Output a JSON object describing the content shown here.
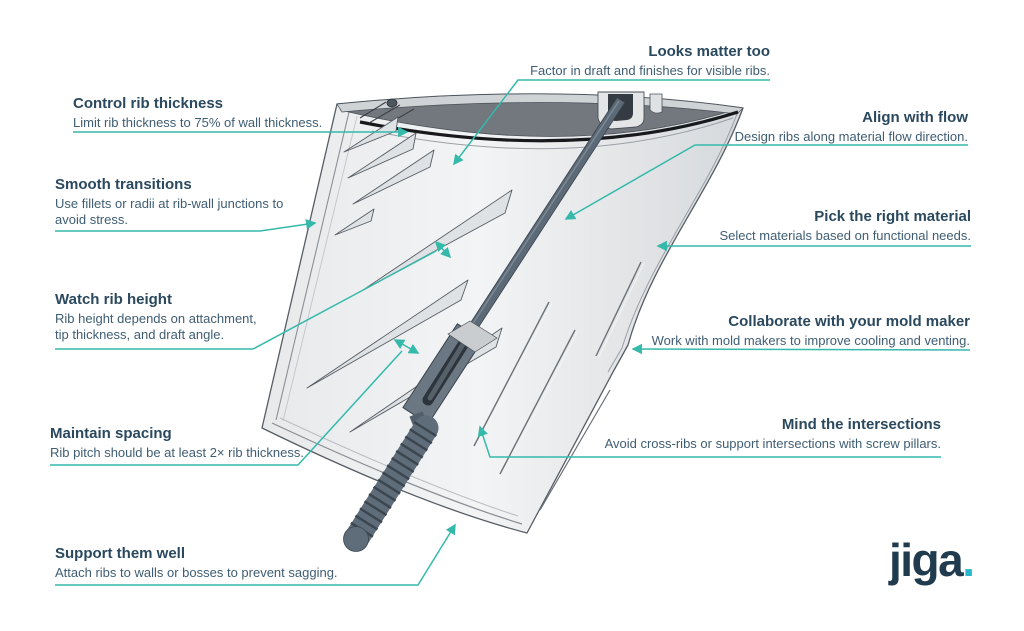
{
  "brand": {
    "logo_text": "jiga",
    "logo_dot": "."
  },
  "colors": {
    "accent_teal": "#34b9ab",
    "heading_text": "#2a485e",
    "body_text": "#3f5d73",
    "logo_navy": "#1f3b4d",
    "logo_dot_cyan": "#29b7cf",
    "background": "#ffffff"
  },
  "illustration": {
    "alt": "3D CAD render of a tilted ribbed plastic shell with a screw boss and protruding threaded screw"
  },
  "callouts": [
    {
      "id": "control-rib-thickness",
      "side": "left",
      "title": "Control rib thickness",
      "body": "Limit rib thickness to 75% of wall thickness."
    },
    {
      "id": "smooth-transitions",
      "side": "left",
      "title": "Smooth transitions",
      "body": "Use fillets or radii at rib-wall junctions to avoid stress."
    },
    {
      "id": "watch-rib-height",
      "side": "left",
      "title": "Watch rib height",
      "body": "Rib height depends on attachment, tip thickness, and draft angle."
    },
    {
      "id": "maintain-spacing",
      "side": "left",
      "title": "Maintain spacing",
      "body": "Rib pitch should be at least 2× rib thickness."
    },
    {
      "id": "support-them-well",
      "side": "left",
      "title": "Support them well",
      "body": "Attach ribs to walls or bosses to prevent sagging."
    },
    {
      "id": "looks-matter-too",
      "side": "top",
      "title": "Looks matter too",
      "body": "Factor in draft and finishes for visible ribs."
    },
    {
      "id": "align-with-flow",
      "side": "right",
      "title": "Align with flow",
      "body": "Design ribs along material flow direction."
    },
    {
      "id": "pick-the-right-material",
      "side": "right",
      "title": "Pick the right material",
      "body": "Select materials based on functional needs."
    },
    {
      "id": "collaborate-with-your-mold-maker",
      "side": "right",
      "title": "Collaborate with your mold maker",
      "body": "Work with mold makers to improve cooling and venting."
    },
    {
      "id": "mind-the-intersections",
      "side": "right",
      "title": "Mind the intersections",
      "body": "Avoid cross-ribs or support intersections with screw pillars."
    }
  ]
}
